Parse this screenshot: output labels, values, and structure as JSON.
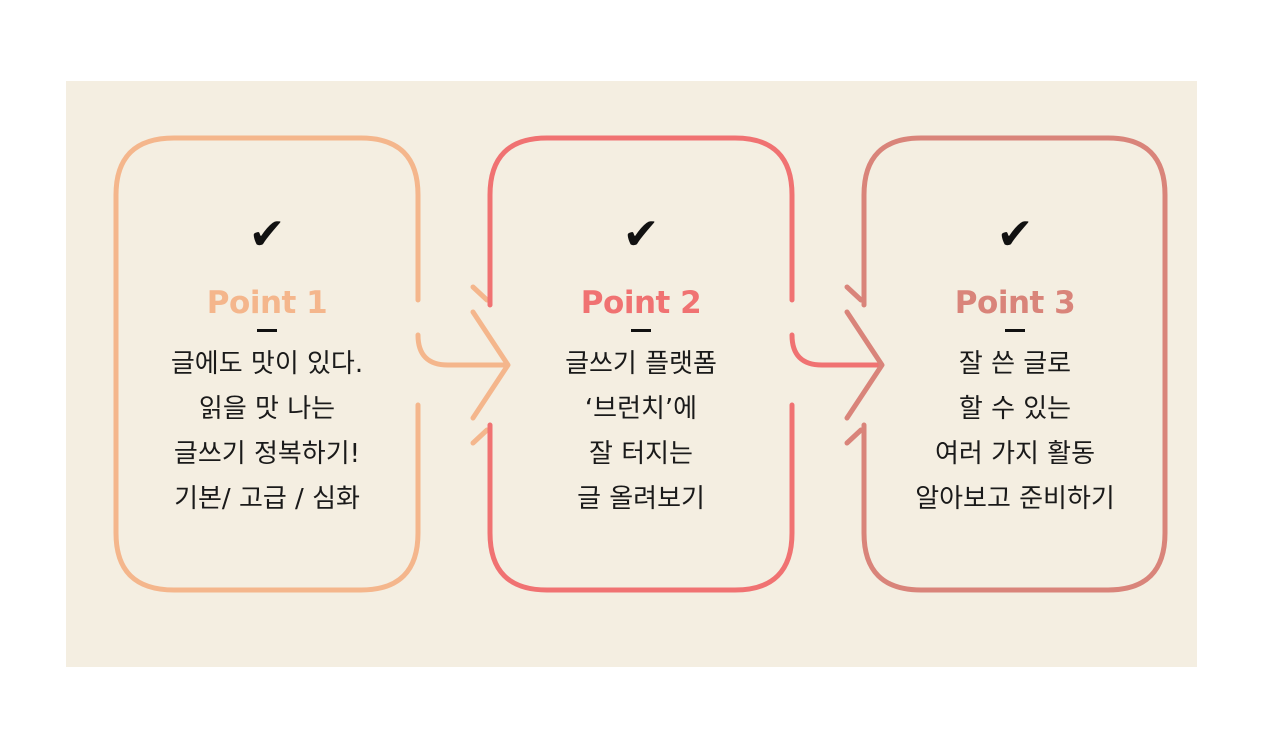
{
  "colors": {
    "background": "#f4eee1",
    "point1": "#f4b68c",
    "point2": "#f07272",
    "point3": "#d9847a",
    "text": "#1a1a1a"
  },
  "cards": [
    {
      "check_icon": "check-icon",
      "title": "Point 1",
      "lines": [
        "글에도 맛이 있다.",
        "읽을 맛 나는",
        "글쓰기 정복하기!",
        "기본/ 고급 / 심화"
      ]
    },
    {
      "check_icon": "check-icon",
      "title": "Point 2",
      "lines": [
        "글쓰기 플랫폼",
        "‘브런치’에",
        "잘 터지는",
        "글 올려보기"
      ]
    },
    {
      "check_icon": "check-icon",
      "title": "Point 3",
      "lines": [
        "잘 쓴 글로",
        "할 수 있는",
        "여러 가지 활동",
        "알아보고 준비하기"
      ]
    }
  ]
}
